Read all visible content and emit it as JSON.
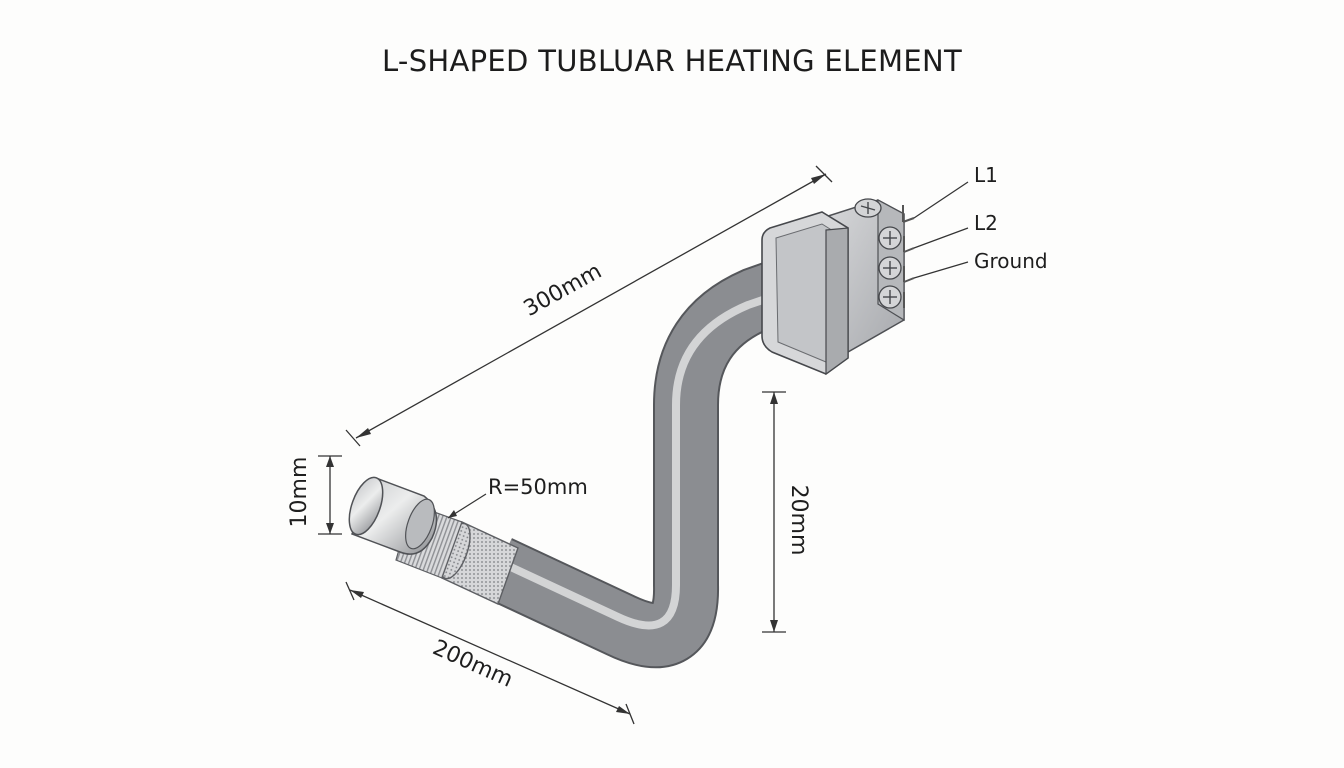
{
  "title": "L-SHAPED TUBLUAR HEATING ELEMENT",
  "dimensions": {
    "overall_length": "300mm",
    "lower_length": "200mm",
    "vertical_height": "20mm",
    "diameter": "10mm",
    "bend_radius": "R=50mm"
  },
  "terminals": {
    "l1": "L1",
    "l2": "L2",
    "ground": "Ground"
  }
}
